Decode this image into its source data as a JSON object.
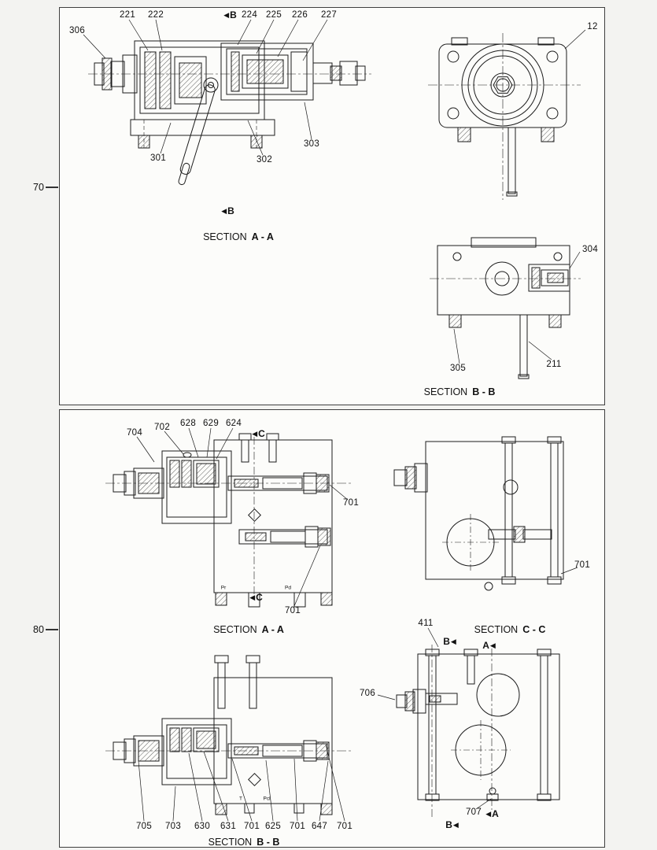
{
  "style": {
    "page_bg": "#f3f3f1",
    "panel_bg": "#fcfcfa",
    "border_color": "#3f3f3f",
    "line_color": "#1c1c1c"
  },
  "icons": {
    "arrow_left": "◀"
  },
  "margin": {
    "row70": "70",
    "row80": "80"
  },
  "panel_top": {
    "sections": {
      "aa": {
        "word": "SECTION",
        "name": "A - A"
      },
      "bb": {
        "word": "SECTION",
        "name": "B - B"
      }
    },
    "callouts": {
      "c306": "306",
      "c221": "221",
      "c222": "222",
      "c224": "224",
      "c225": "225",
      "c226": "226",
      "c227": "227",
      "c301": "301",
      "c302": "302",
      "c303": "303",
      "c12": "12",
      "c304": "304",
      "c305": "305",
      "c211": "211",
      "b_top": "B",
      "b_bottom": "B"
    }
  },
  "panel_bottom": {
    "sections": {
      "aa": {
        "word": "SECTION",
        "name": "A - A"
      },
      "cc": {
        "word": "SECTION",
        "name": "C - C"
      },
      "bb": {
        "word": "SECTION",
        "name": "B - B"
      }
    },
    "callouts": {
      "c704": "704",
      "c702": "702",
      "c628": "628",
      "c629": "629",
      "c624": "624",
      "c701_right": "701",
      "c701_bottom": "701",
      "c701_cc": "701",
      "c411": "411",
      "c706": "706",
      "c707": "707",
      "c705": "705",
      "c703": "703",
      "c630": "630",
      "c631": "631",
      "c701_a": "701",
      "c625": "625",
      "c701_b": "701",
      "c647": "647",
      "c701_c": "701",
      "c_top": "C",
      "c_bottom": "C",
      "b_top": "B",
      "a_top": "A",
      "a_bottom": "A",
      "b_bottom": "B"
    },
    "ports": {
      "pr": "Pr",
      "pd": "Pd",
      "t": "T",
      "pcl": "Pcl"
    }
  }
}
